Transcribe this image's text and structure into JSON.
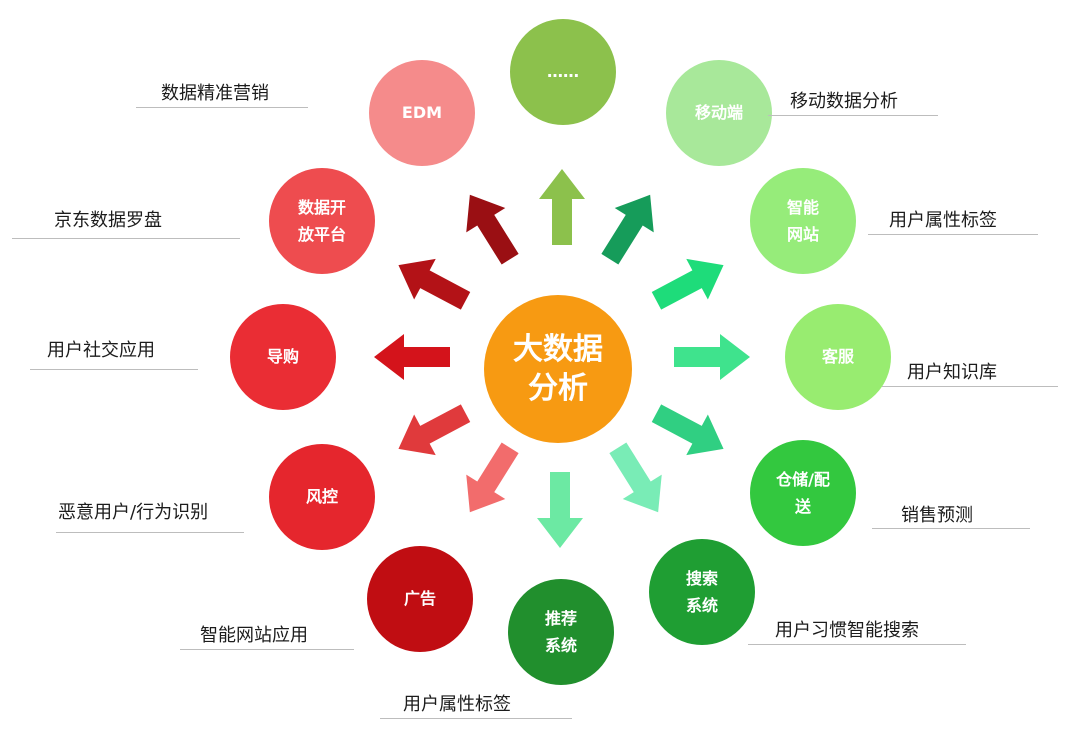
{
  "center": {
    "title": "大数据\n分析",
    "color": "#f79a12"
  },
  "nodes": [
    {
      "text": "……",
      "color": "#8cc14c",
      "label": "",
      "arrow_color": "#8cc14c"
    },
    {
      "text": "移动端",
      "color": "#a8e89a",
      "label": "移动数据分析",
      "arrow_color": "#169c5a"
    },
    {
      "text": "智能\n网站",
      "color": "#96ec7a",
      "label": "用户属性标签",
      "arrow_color": "#1edc7a"
    },
    {
      "text": "客服",
      "color": "#98ec70",
      "label": "用户知识库",
      "arrow_color": "#3fe38d"
    },
    {
      "text": "仓储/配\n送",
      "color": "#33c83f",
      "label": "销售预测",
      "arrow_color": "#30cf82"
    },
    {
      "text": "搜索\n系统",
      "color": "#1f9e33",
      "label": "用户习惯智能搜索",
      "arrow_color": "#79ecb6"
    },
    {
      "text": "推荐\n系统",
      "color": "#218f2d",
      "label": "用户属性标签",
      "arrow_color": "#6ce9a3"
    },
    {
      "text": "广告",
      "color": "#c00d12",
      "label": "智能网站应用",
      "arrow_color": "#f26c6c"
    },
    {
      "text": "风控",
      "color": "#e5262d",
      "label": "恶意用户/行为识别",
      "arrow_color": "#e03a3c"
    },
    {
      "text": "导购",
      "color": "#ea2d34",
      "label": "用户社交应用",
      "arrow_color": "#d4131b"
    },
    {
      "text": "数据开\n放平台",
      "color": "#ee4c4f",
      "label": "京东数据罗盘",
      "arrow_color": "#b31217"
    },
    {
      "text": "EDM",
      "color": "#f58b8b",
      "label": "数据精准营销",
      "arrow_color": "#9a0f13"
    }
  ]
}
